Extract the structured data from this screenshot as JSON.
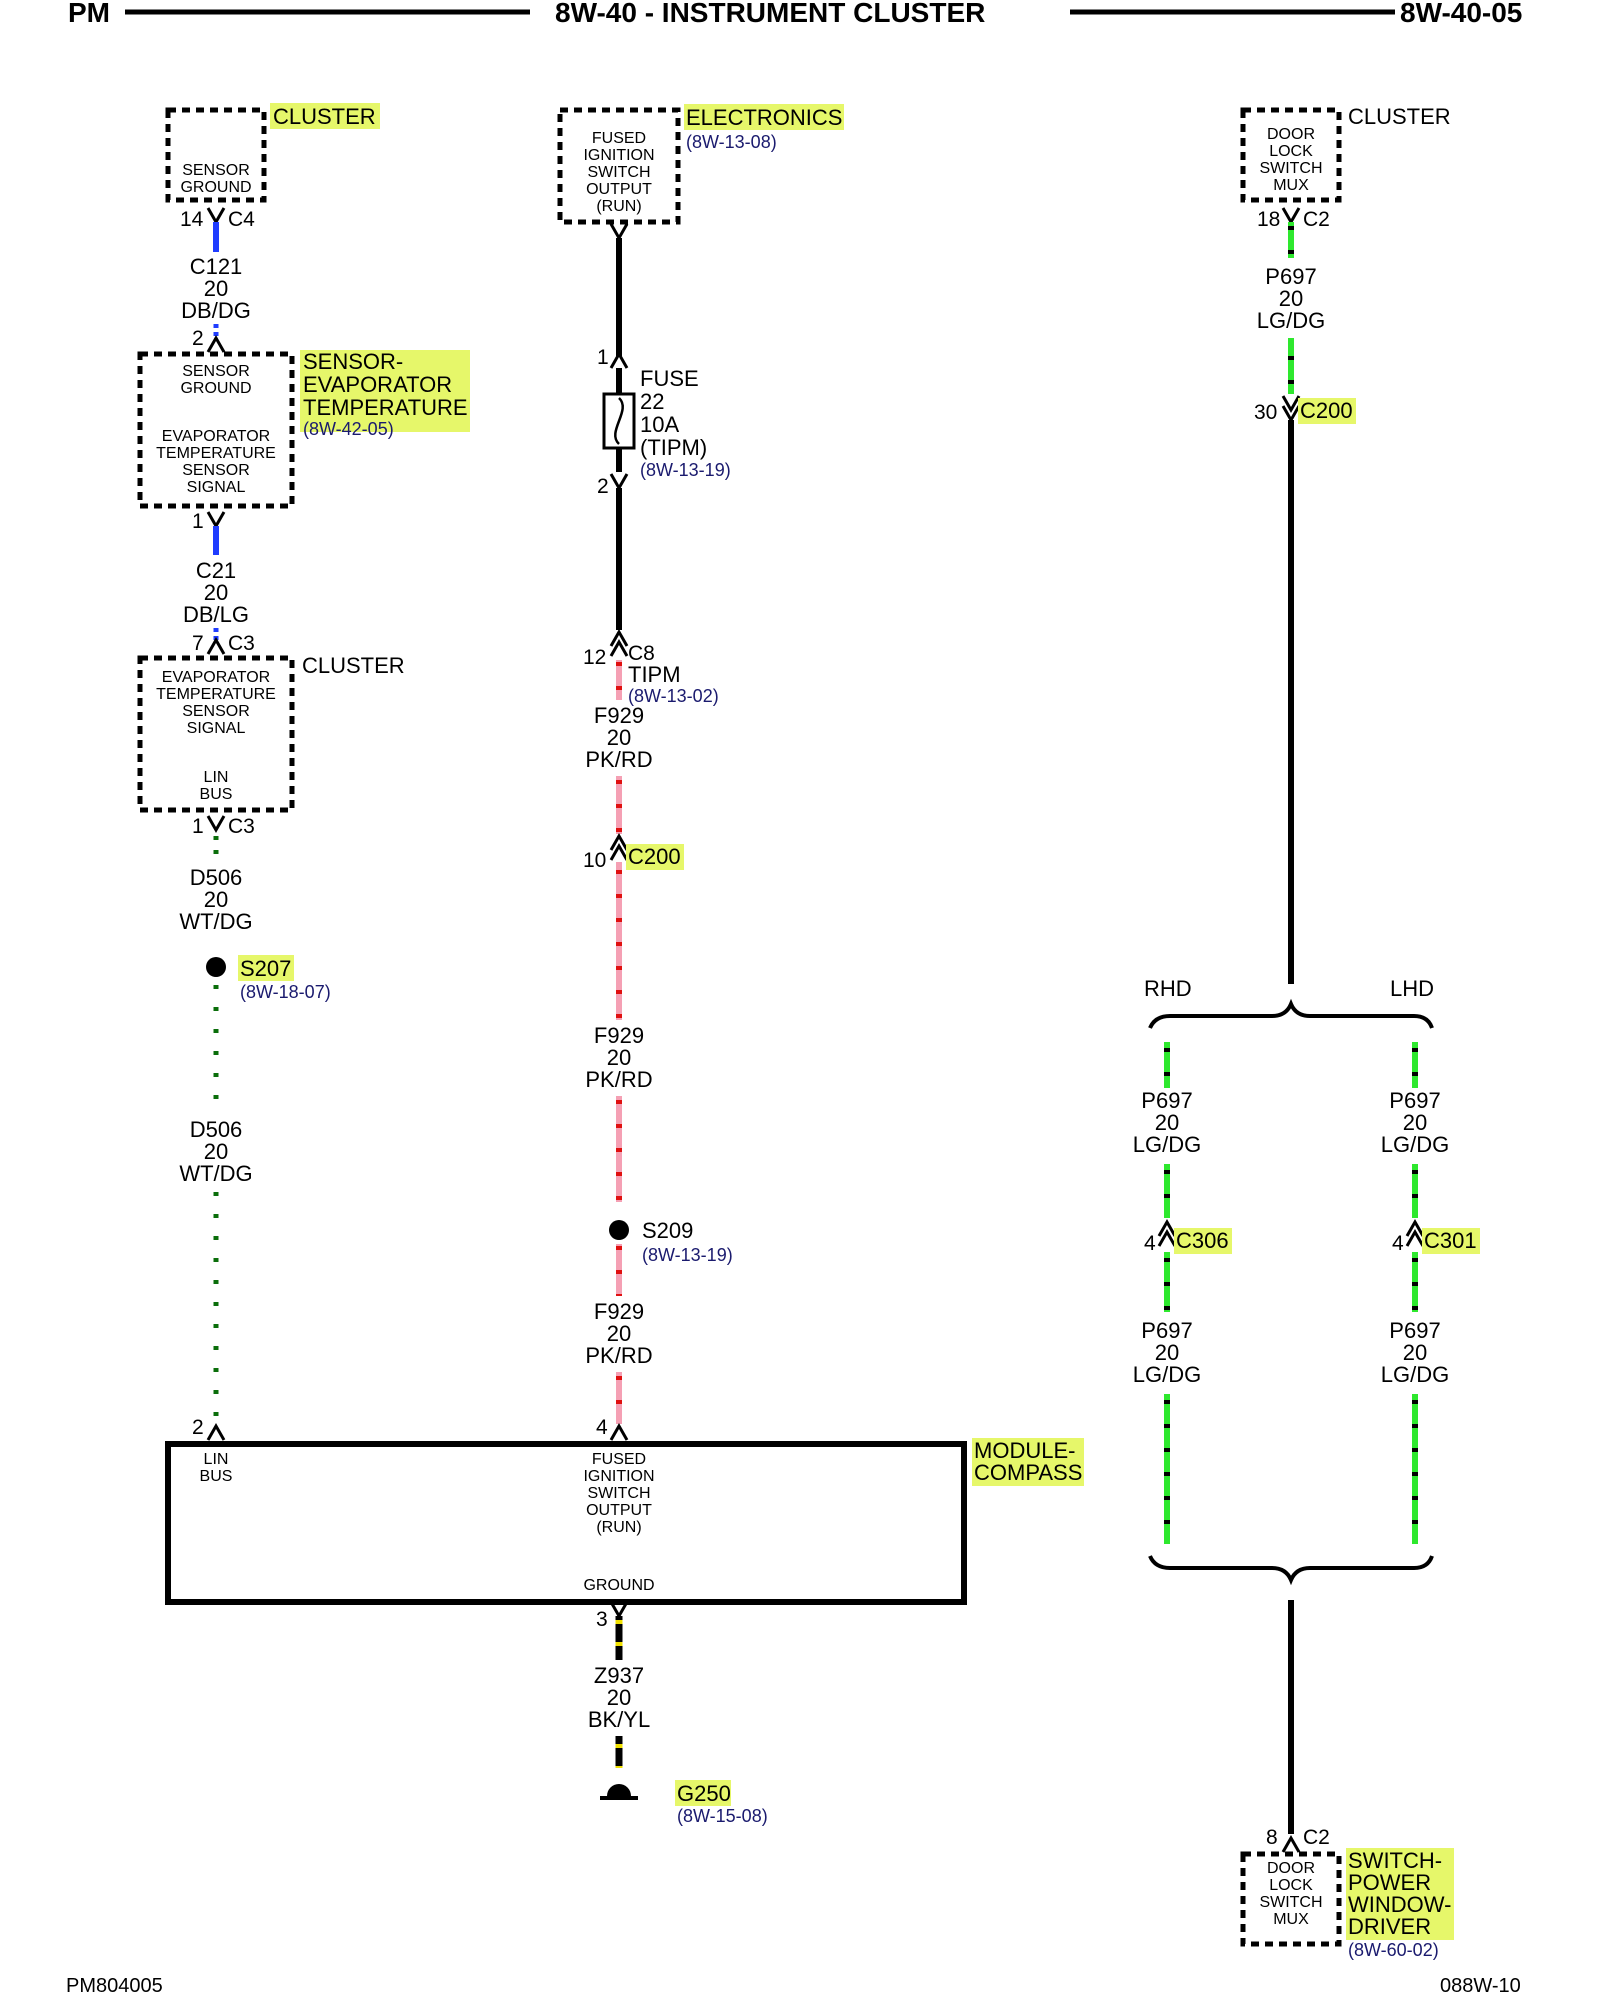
{
  "header": {
    "left": "PM",
    "title": "8W-40 - INSTRUMENT CLUSTER",
    "right": "8W-40-05"
  },
  "footer": {
    "left": "PM804005",
    "right": "088W-10"
  },
  "colors": {
    "highlight": "#e6f76a",
    "wire_black": "#000000",
    "wire_blue": "#1f3cff",
    "wire_green": "#2ee82e",
    "wire_darkgreen": "#0a6e0a",
    "wire_pink": "#f5a0b4",
    "wire_red": "#e01010",
    "wire_yellow": "#f0e000",
    "ref_text": "#1a1a6e"
  },
  "left_column": {
    "cluster_top": {
      "label": "CLUSTER",
      "inner": [
        "SENSOR",
        "GROUND"
      ],
      "pin": "14",
      "connector": "C4"
    },
    "wire_1": {
      "circuit": "C121",
      "gauge": "20",
      "color": "DB/DG"
    },
    "evap_sensor": {
      "label_lines": [
        "SENSOR-",
        "EVAPORATOR",
        "TEMPERATURE"
      ],
      "ref": "(8W-42-05)",
      "inner_top": [
        "SENSOR",
        "GROUND"
      ],
      "inner_bottom": [
        "EVAPORATOR",
        "TEMPERATURE",
        "SENSOR",
        "SIGNAL"
      ],
      "pin_top": "2",
      "pin_bottom": "1"
    },
    "wire_2": {
      "circuit": "C21",
      "gauge": "20",
      "color": "DB/LG"
    },
    "cluster_mid": {
      "label": "CLUSTER",
      "inner_top": [
        "EVAPORATOR",
        "TEMPERATURE",
        "SENSOR",
        "SIGNAL"
      ],
      "inner_bottom": [
        "LIN",
        "BUS"
      ],
      "pin_top": "7",
      "pin_bottom": "1",
      "connector": "C3"
    },
    "wire_3": {
      "circuit": "D506",
      "gauge": "20",
      "color": "WT/DG"
    },
    "splice": {
      "name": "S207",
      "ref": "(8W-18-07)"
    },
    "wire_4": {
      "circuit": "D506",
      "gauge": "20",
      "color": "WT/DG"
    },
    "module_pin": "2"
  },
  "center_column": {
    "electronics": {
      "label": "ELECTRONICS",
      "ref": "(8W-13-08)",
      "inner": [
        "FUSED",
        "IGNITION",
        "SWITCH",
        "OUTPUT",
        "(RUN)"
      ]
    },
    "fuse": {
      "pin_top": "1",
      "pin_bottom": "2",
      "lines": [
        "FUSE",
        "22",
        "10A",
        "(TIPM)"
      ],
      "ref": "(8W-13-19)"
    },
    "tipm_conn": {
      "pin": "12",
      "connector": "C8",
      "name": "TIPM",
      "ref": "(8W-13-02)"
    },
    "wire_1": {
      "circuit": "F929",
      "gauge": "20",
      "color": "PK/RD"
    },
    "c200": {
      "pin": "10",
      "connector": "C200"
    },
    "wire_2": {
      "circuit": "F929",
      "gauge": "20",
      "color": "PK/RD"
    },
    "splice": {
      "name": "S209",
      "ref": "(8W-13-19)"
    },
    "wire_3": {
      "circuit": "F929",
      "gauge": "20",
      "color": "PK/RD"
    },
    "module_pin": "4",
    "ground_pin": "3",
    "wire_gnd": {
      "circuit": "Z937",
      "gauge": "20",
      "color": "BK/YL"
    },
    "ground": {
      "name": "G250",
      "ref": "(8W-15-08)"
    }
  },
  "module": {
    "label_lines": [
      "MODULE-",
      "COMPASS"
    ],
    "lin": [
      "LIN",
      "BUS"
    ],
    "fused": [
      "FUSED",
      "IGNITION",
      "SWITCH",
      "OUTPUT",
      "(RUN)"
    ],
    "ground": "GROUND"
  },
  "right_column": {
    "cluster_top": {
      "label": "CLUSTER",
      "inner": [
        "DOOR",
        "LOCK",
        "SWITCH",
        "MUX"
      ],
      "pin": "18",
      "connector": "C2"
    },
    "wire_1": {
      "circuit": "P697",
      "gauge": "20",
      "color": "LG/DG"
    },
    "c200": {
      "pin": "30",
      "connector": "C200"
    },
    "rhd": "RHD",
    "lhd": "LHD",
    "rhd_wire_a": {
      "circuit": "P697",
      "gauge": "20",
      "color": "LG/DG"
    },
    "rhd_conn": {
      "pin": "4",
      "connector": "C306"
    },
    "rhd_wire_b": {
      "circuit": "P697",
      "gauge": "20",
      "color": "LG/DG"
    },
    "lhd_wire_a": {
      "circuit": "P697",
      "gauge": "20",
      "color": "LG/DG"
    },
    "lhd_conn": {
      "pin": "4",
      "connector": "C301"
    },
    "lhd_wire_b": {
      "circuit": "P697",
      "gauge": "20",
      "color": "LG/DG"
    },
    "bottom_conn": {
      "pin": "8",
      "connector": "C2"
    },
    "switch": {
      "label_lines": [
        "SWITCH-",
        "POWER",
        "WINDOW-",
        "DRIVER"
      ],
      "ref": "(8W-60-02)",
      "inner": [
        "DOOR",
        "LOCK",
        "SWITCH",
        "MUX"
      ]
    }
  }
}
